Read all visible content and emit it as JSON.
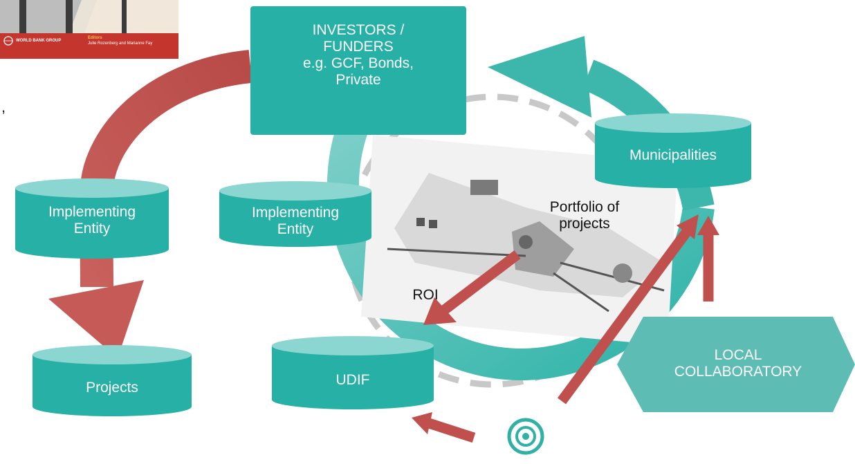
{
  "book_cover": {
    "publisher": "WORLD BANK GROUP",
    "editors_heading": "Editors",
    "editors_names": "Julie Rozenberg and Marianne Fay"
  },
  "stray_mark": ",",
  "nodes": {
    "investors": "INVESTORS /\nFUNDERS\ne.g. GCF, Bonds,\nPrivate",
    "implementing_entity_left": "Implementing\nEntity",
    "implementing_entity_center": "Implementing\nEntity",
    "projects": "Projects",
    "udif": "UDIF",
    "municipalities": "Municipalities",
    "local_collaboratory": "LOCAL\nCOLLABORATORY"
  },
  "annotations": {
    "portfolio": "Portfolio of\nprojects",
    "roi": "ROI"
  },
  "colors": {
    "teal_dark": "#27b0a5",
    "teal_light": "#6ec9c2",
    "red": "#c0504d",
    "dash_gray": "#c8c8c8"
  }
}
